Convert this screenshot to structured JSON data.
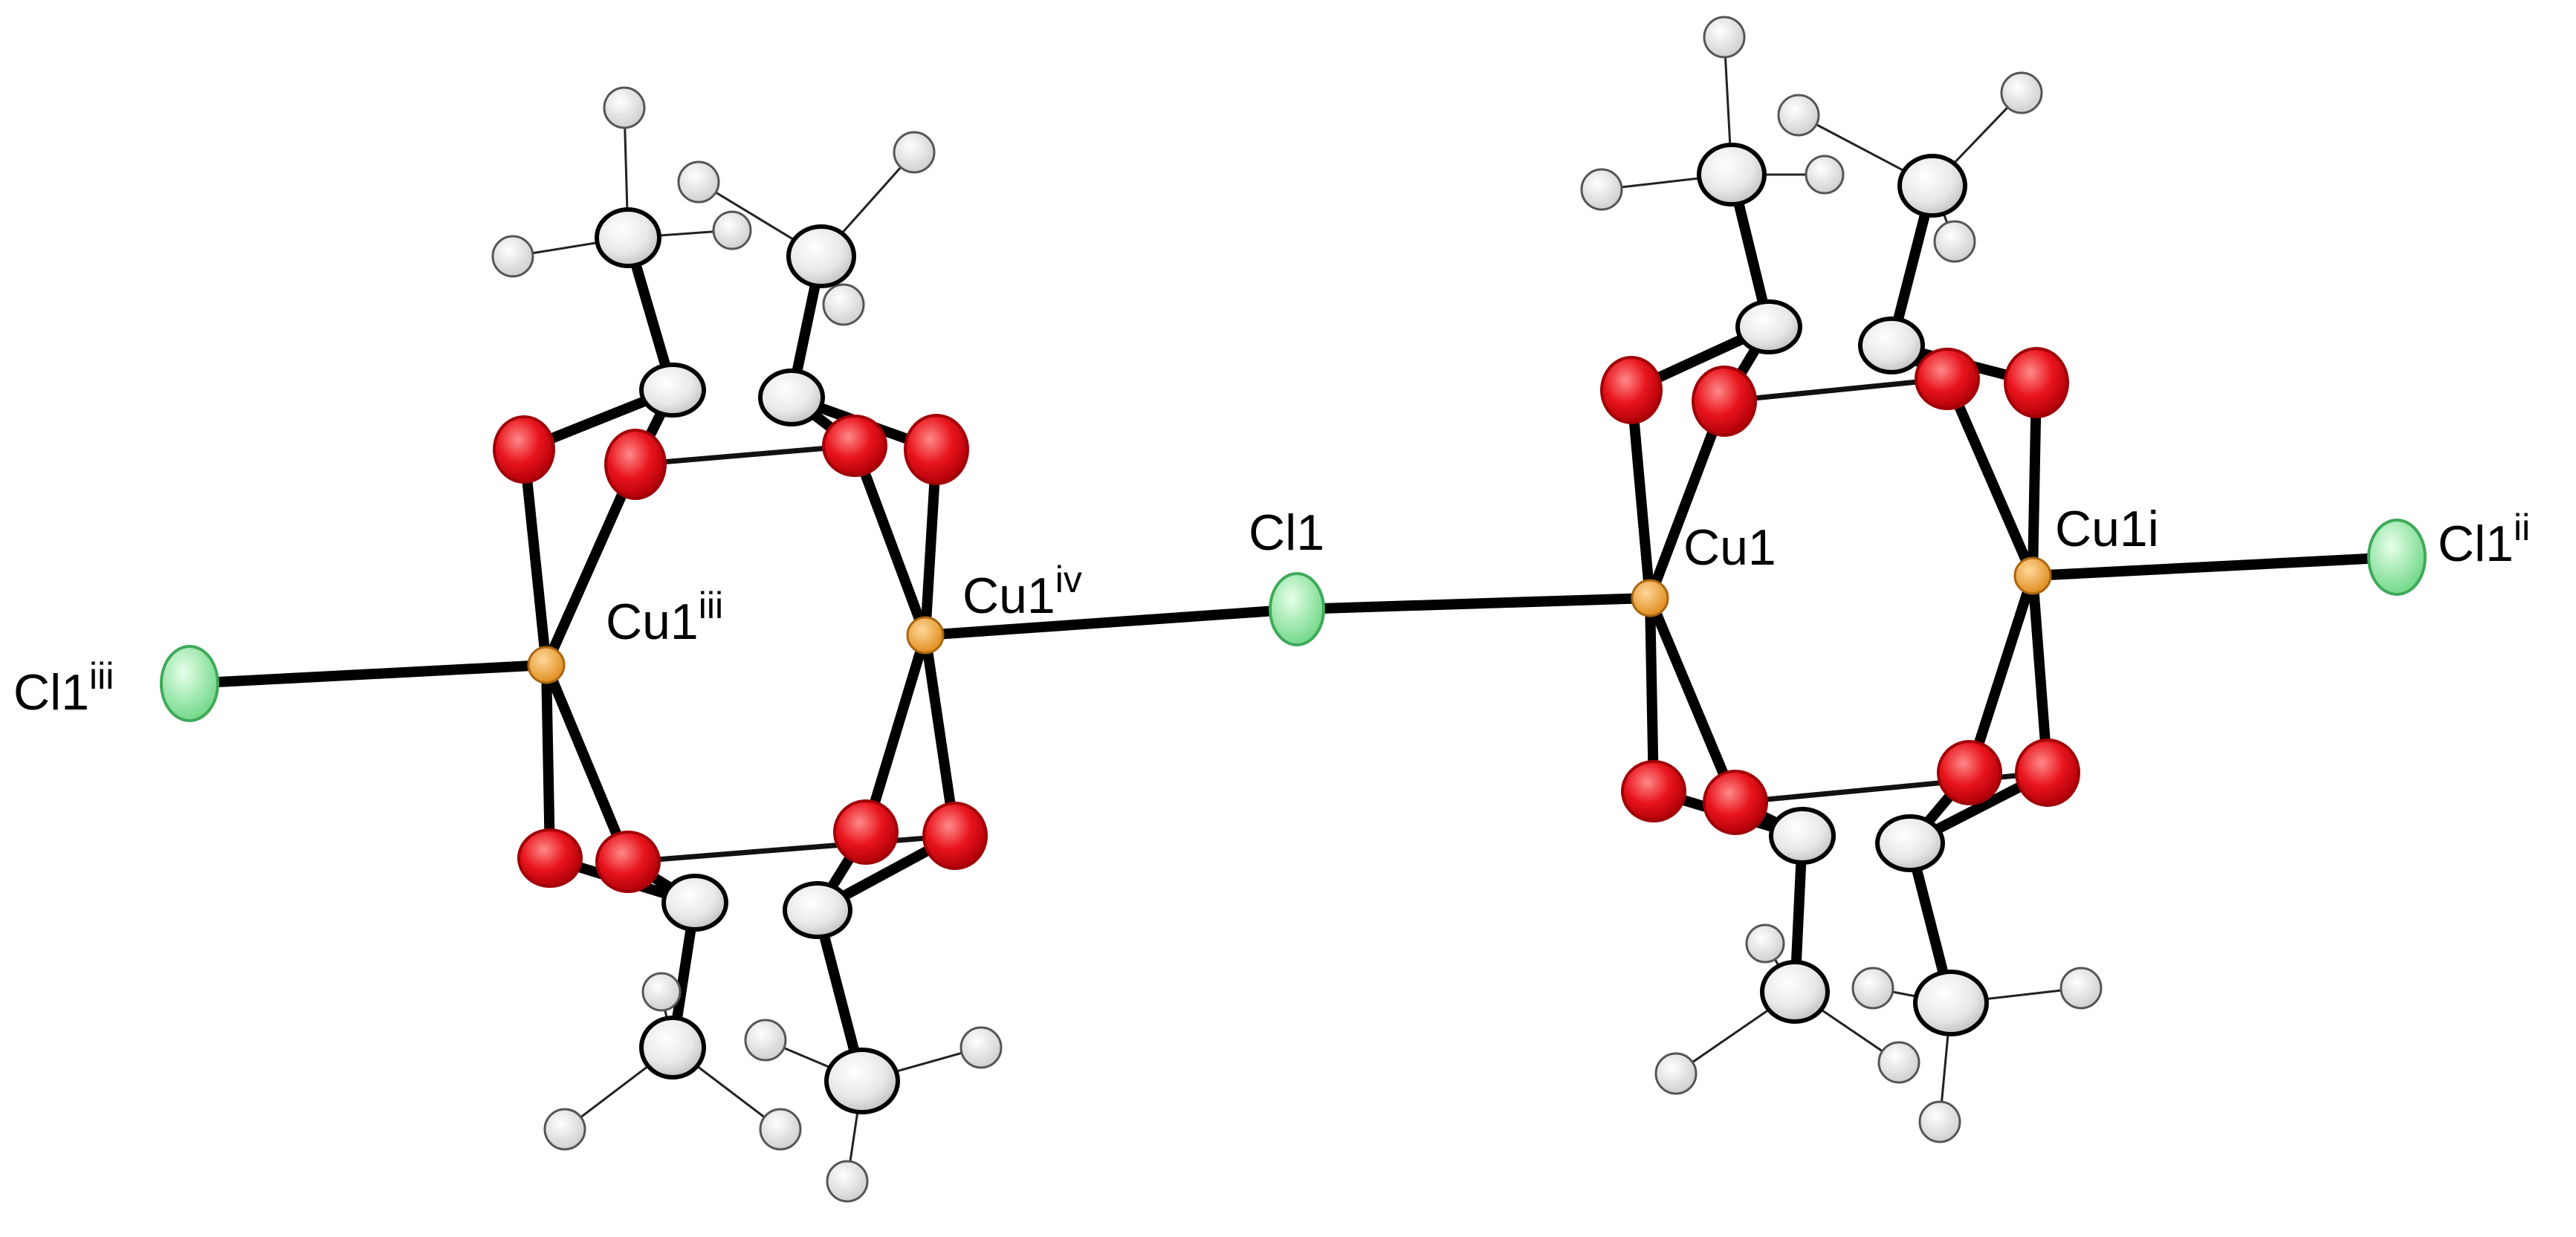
{
  "labels": {
    "cl1": "Cl1",
    "cu1": "Cu1",
    "cu1i": "Cu1i",
    "cl1ii_base": "Cl1",
    "cl1ii_sup": "ii",
    "cu1iii_base": "Cu1",
    "cu1iii_sup": "iii",
    "cu1iv_base": "Cu1",
    "cu1iv_sup": "iv",
    "cl1iii_base": "Cl1",
    "cl1iii_sup": "iii"
  },
  "atom_colors": {
    "oxygen": "#e8141c",
    "copper": "#e3962c",
    "chlorine": "#7fe39a",
    "carbon": "#1a1a1a",
    "hydrogen": "#9a9a9a"
  }
}
